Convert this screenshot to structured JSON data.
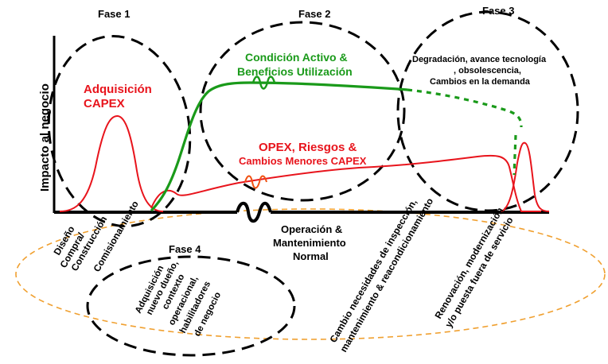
{
  "phases": {
    "fase1": "Fase 1",
    "fase2": "Fase 2",
    "fase3": "Fase 3",
    "fase4": "Fase 4"
  },
  "y_axis_label": "Impacto al negocio",
  "labels": {
    "adquisicion_line1": "Adquisición",
    "adquisicion_line2": "CAPEX",
    "condicion_line1": "Condición Activo &",
    "condicion_line2": "Beneficios Utilización",
    "opex_line1": "OPEX, Riesgos &",
    "opex_line2": "Cambios Menores  CAPEX",
    "degradacion_line1": "Degradación, avance tecnología",
    "degradacion_line2": ", obsolescencia,",
    "degradacion_line3": "Cambios en la demanda",
    "operacion_line1": "Operación &",
    "operacion_line2": "Mantenimiento",
    "operacion_line3": "Normal",
    "diseno": "Diseño",
    "compra": "Compra/",
    "construccion": "Construcción",
    "comisionamiento": "Comisionamiento",
    "fase4_line1": "Adquisición",
    "fase4_line2": "nuevo dueño,",
    "fase4_line3": "contexto",
    "fase4_line4": "operacional,",
    "fase4_line5": "habilitadores",
    "fase4_line6": "de negocio",
    "cambio_line1": "Cambio necesidades de inspección,",
    "cambio_line2": "mantenimiento & reacondicionamiento",
    "renovacion_line1": "Renovación, modernización",
    "renovacion_line2": "y/o puesta fuera de servicio"
  },
  "colors": {
    "red": "#e8141c",
    "green": "#1a9a1a",
    "orange_dashed": "#f0a030",
    "black": "#000000"
  }
}
